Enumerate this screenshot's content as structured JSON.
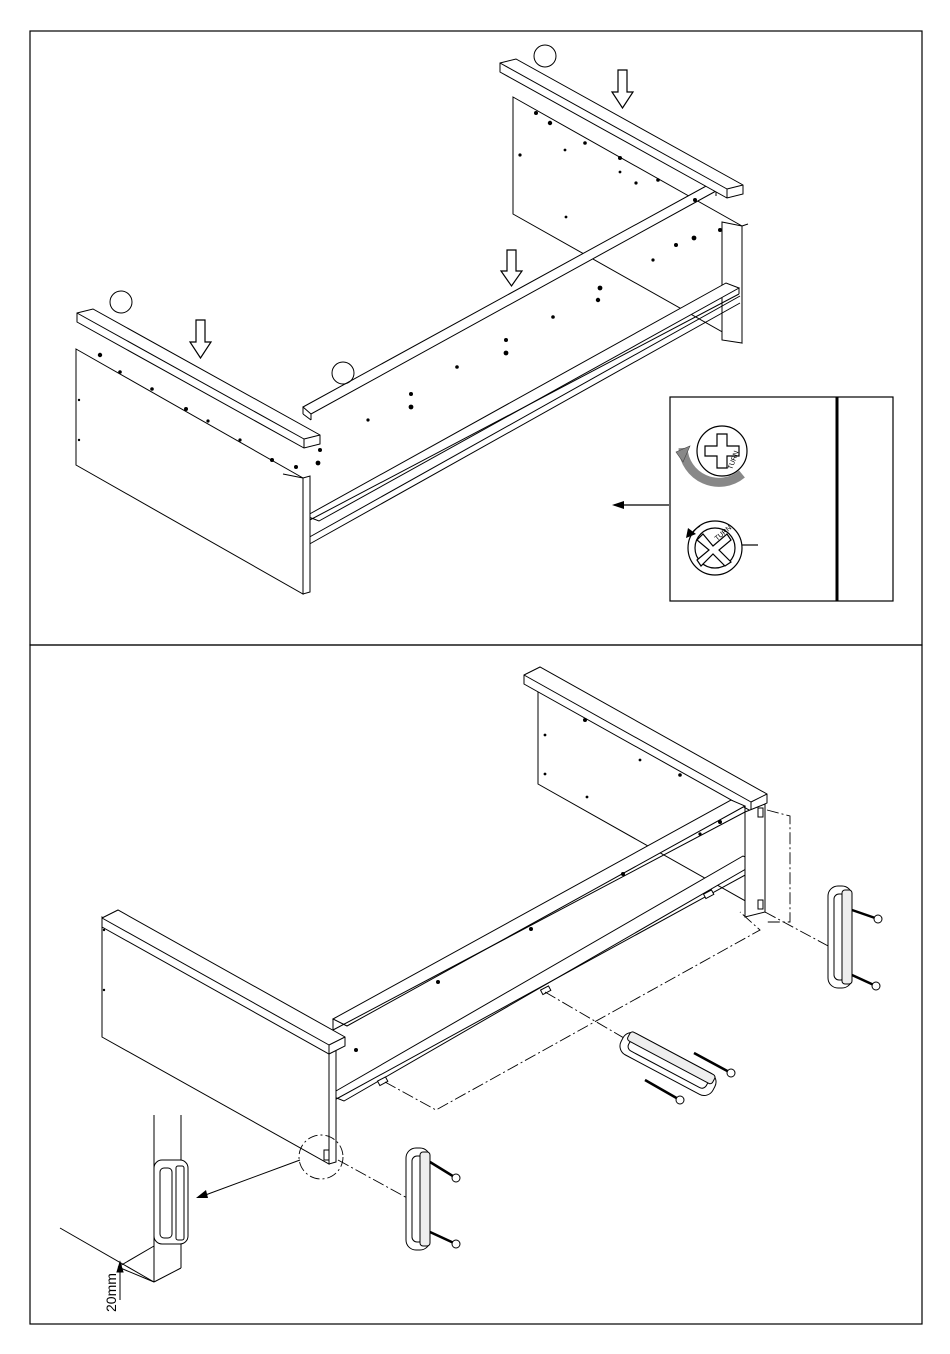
{
  "sheet": {
    "panels": [
      {
        "id": "step-1",
        "arrow_count": 3,
        "part_callouts": 3
      },
      {
        "id": "step-2",
        "leg_count": 3
      }
    ],
    "inset": {
      "screw_head_top": {
        "label": "TURN",
        "direction": "counter-clockwise"
      },
      "screw_head_bottom": {
        "label": "TURN",
        "direction": "clockwise"
      }
    },
    "dimension": {
      "text": "20mm"
    }
  },
  "icons": [
    "screw-turn-icon",
    "down-arrow-icon",
    "leg-bracket-icon"
  ]
}
